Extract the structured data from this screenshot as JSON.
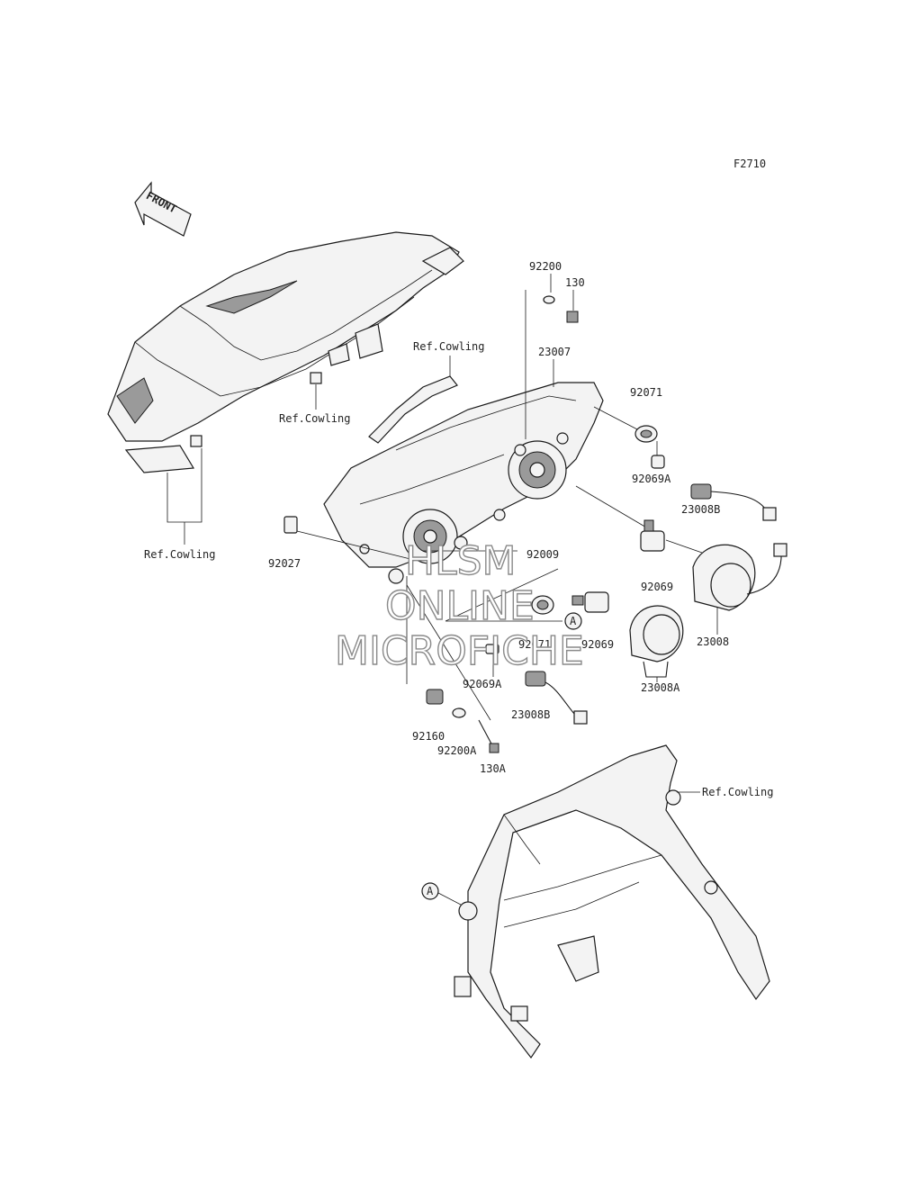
{
  "figure_code": "F2710",
  "front_label": "FRONT",
  "watermark": [
    "HLSM",
    "ONLINE",
    "MICROFICHE"
  ],
  "callout_letter": "A",
  "ref_labels": {
    "cowling_top": "Ref.Cowling",
    "cowling_mid": "Ref.Cowling",
    "cowling_left": "Ref.Cowling",
    "cowling_frame": "Ref.Cowling"
  },
  "parts": {
    "p92200": "92200",
    "p130": "130",
    "p23007": "23007",
    "p92071": "92071",
    "p92069A_top": "92069A",
    "p23008B_top": "23008B",
    "p92009": "92009",
    "p92069_top": "92069",
    "p92027": "92027",
    "p23008": "23008",
    "p92071_low": "92071",
    "p92069_low": "92069",
    "p92069A_low": "92069A",
    "p23008B_low": "23008B",
    "p23008A": "23008A",
    "p92160": "92160",
    "p92200A": "92200A",
    "p130A": "130A"
  }
}
